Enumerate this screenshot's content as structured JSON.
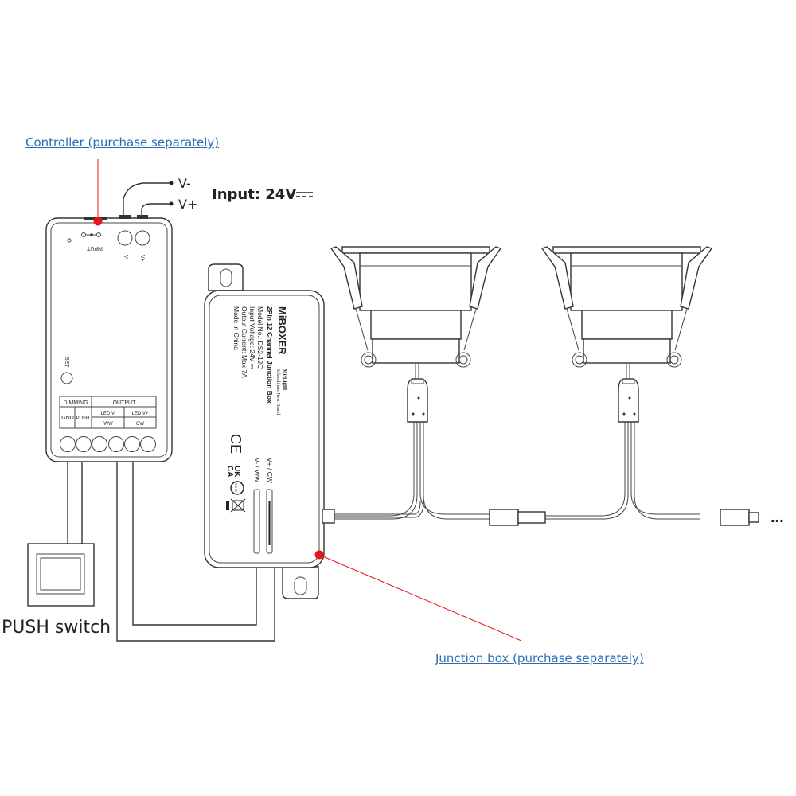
{
  "labels": {
    "controller": "Controller (purchase separately)",
    "junction_box": "Junction box (purchase separately)",
    "push_switch": "PUSH switch",
    "input": "Input: 24V",
    "v_minus": "V-",
    "v_plus": "V+",
    "more": "..."
  },
  "controller": {
    "input": "INPUT",
    "vminus": "V-",
    "vplus": "V+",
    "set": "SET",
    "dimming": "DIMMING",
    "output": "OUTPUT",
    "gnd": "GND",
    "push": "PUSH",
    "led_vminus": "LED V-",
    "led_vplus": "LED V+",
    "ww": "WW",
    "cw": "CW"
  },
  "junction": {
    "brand": "MiBOXER",
    "sub1": "Mi·Light",
    "sub2": "Subordinate New Brand",
    "title": "2Pin 12 Channel Junction Box",
    "model": "Model No.: DS2-12C",
    "voltage": "Input Voltage: 24V ⎓",
    "current": "Output Current: Max 7A",
    "made": "Made in China",
    "cw": "V+ / CW",
    "ww": "V- / WW",
    "ce": "CE",
    "ukca1": "UK",
    "ukca2": "CA",
    "rohs": "RoHS"
  },
  "colors": {
    "accent": "#e8141b",
    "link": "#2a6db5"
  }
}
